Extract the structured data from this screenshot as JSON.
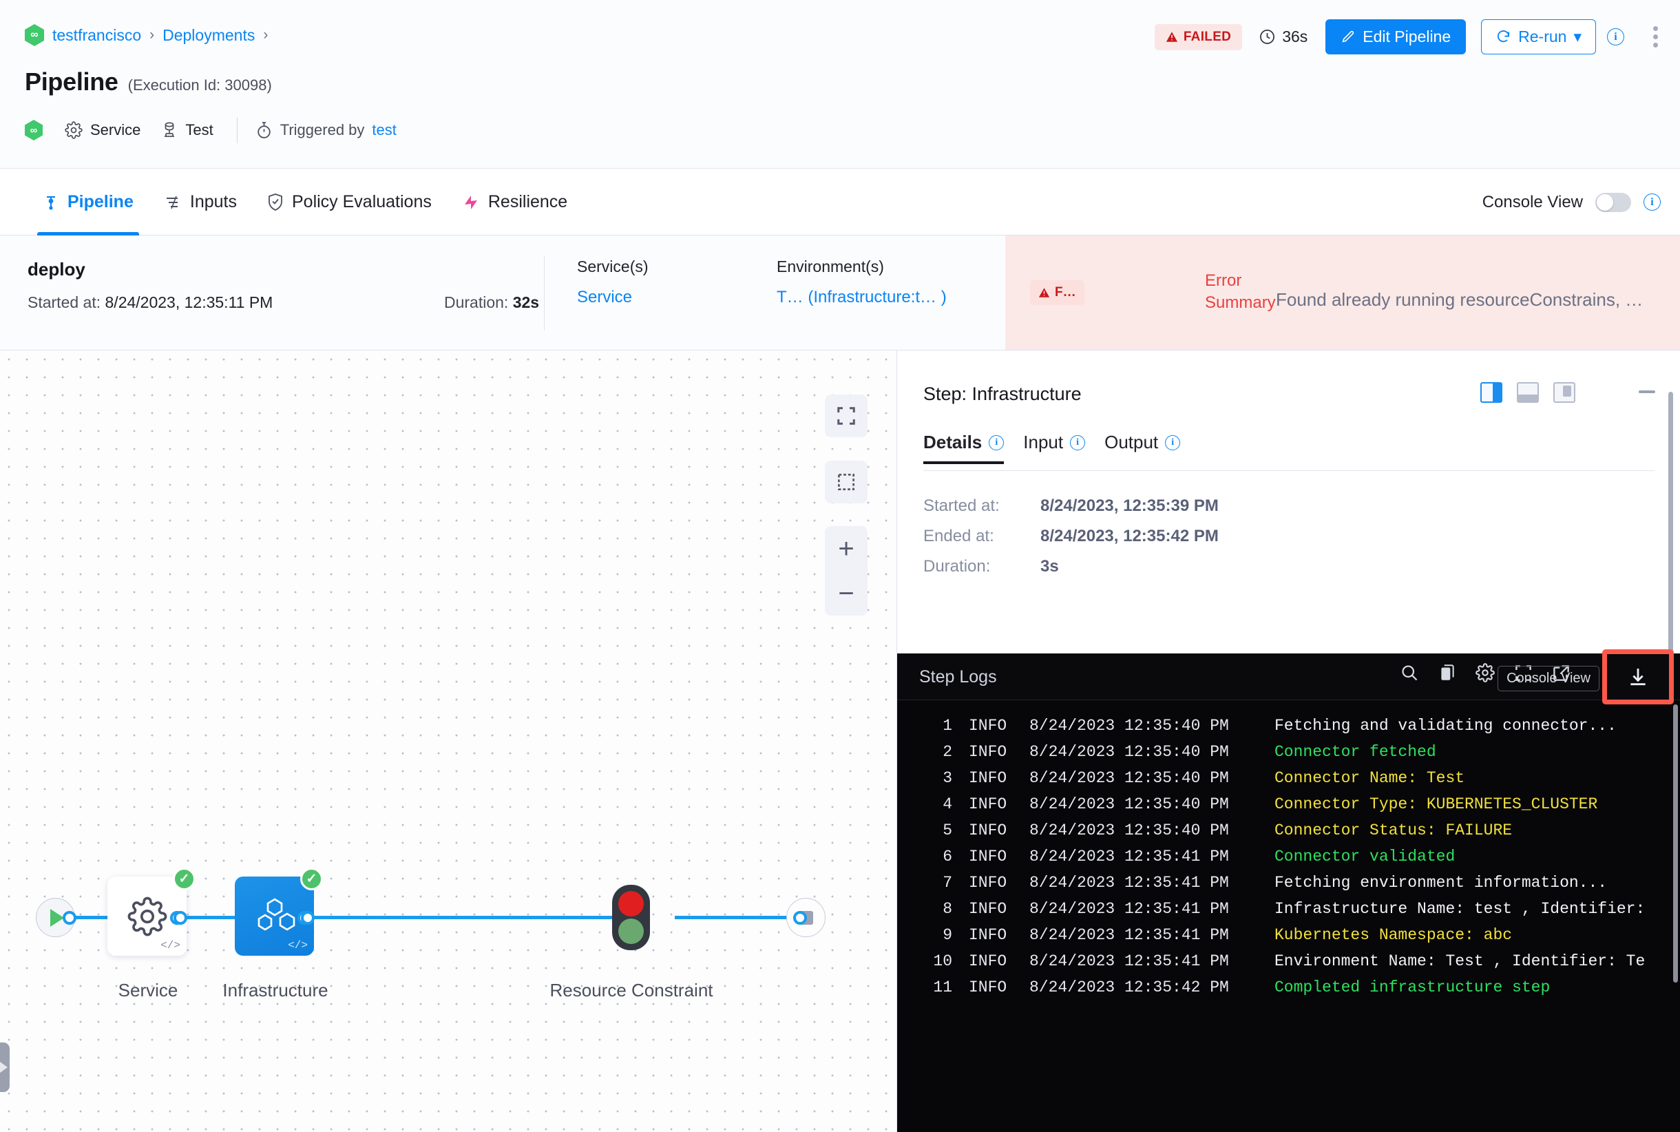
{
  "breadcrumb": {
    "project": "testfrancisco",
    "section": "Deployments",
    "separator": "›"
  },
  "title": {
    "name": "Pipeline",
    "execution": "(Execution Id: 30098)"
  },
  "meta": {
    "service": "Service",
    "env": "Test",
    "triggered_prefix": "Triggered by",
    "triggered_by": "test"
  },
  "header_actions": {
    "status": "FAILED",
    "duration": "36s",
    "edit_pipeline": "Edit Pipeline",
    "rerun": "Re-run",
    "rerun_caret": "▾"
  },
  "tabs": [
    {
      "label": "Pipeline",
      "icon": "pipeline-icon",
      "active": true
    },
    {
      "label": "Inputs",
      "icon": "inputs-icon",
      "active": false
    },
    {
      "label": "Policy Evaluations",
      "icon": "shield-check-icon",
      "active": false
    },
    {
      "label": "Resilience",
      "icon": "resilience-icon",
      "active": false
    }
  ],
  "console_view": {
    "label": "Console View",
    "enabled": false
  },
  "stage": {
    "name": "deploy",
    "started_label": "Started at:",
    "started_value": "8/24/2023, 12:35:11 PM",
    "duration_label": "Duration:",
    "duration_value": "32s",
    "services_label": "Service(s)",
    "services_value": "Service",
    "environments_label": "Environment(s)",
    "environments_value": "T… (Infrastructure:t… )"
  },
  "error": {
    "chip": "F…",
    "summary_label": "Error Summary",
    "summary_text": "Found already running resourceConstrains, …"
  },
  "graph": {
    "nodes": [
      {
        "id": "start",
        "type": "start"
      },
      {
        "id": "service",
        "label": "Service",
        "status": "success",
        "icon": "gear-icon",
        "selected": false
      },
      {
        "id": "infrastructure",
        "label": "Infrastructure",
        "status": "success",
        "icon": "infrastructure-icon",
        "selected": true
      },
      {
        "id": "resource-constraint",
        "label": "Resource Constraint",
        "icon": "traffic-light-icon"
      },
      {
        "id": "end",
        "type": "end"
      }
    ],
    "controls": {
      "fit": "fit-screen-icon",
      "select": "marquee-select-icon",
      "zoom_in": "+",
      "zoom_out": "−"
    }
  },
  "step_panel": {
    "title": "Step: Infrastructure",
    "tabs": [
      {
        "label": "Details",
        "active": true
      },
      {
        "label": "Input",
        "active": false
      },
      {
        "label": "Output",
        "active": false
      }
    ],
    "rows": [
      {
        "key": "Started at:",
        "value": "8/24/2023, 12:35:39 PM"
      },
      {
        "key": "Ended at:",
        "value": "8/24/2023, 12:35:42 PM"
      },
      {
        "key": "Duration:",
        "value": "3s"
      }
    ]
  },
  "logs": {
    "title": "Step Logs",
    "console_view_button": "Console View",
    "toolbar_icons": [
      "search-icon",
      "copy-icon",
      "gear-icon",
      "fullscreen-icon",
      "open-external-icon",
      "download-icon"
    ],
    "lines": [
      {
        "n": "1",
        "level": "INFO",
        "ts": "8/24/2023 12:35:40 PM",
        "msg": "Fetching and validating connector...",
        "color": "white"
      },
      {
        "n": "2",
        "level": "INFO",
        "ts": "8/24/2023 12:35:40 PM",
        "msg": "Connector fetched",
        "color": "green"
      },
      {
        "n": "3",
        "level": "INFO",
        "ts": "8/24/2023 12:35:40 PM",
        "msg": "Connector Name: Test",
        "color": "yellow"
      },
      {
        "n": "4",
        "level": "INFO",
        "ts": "8/24/2023 12:35:40 PM",
        "msg": "Connector Type: KUBERNETES_CLUSTER",
        "color": "yellow"
      },
      {
        "n": "5",
        "level": "INFO",
        "ts": "8/24/2023 12:35:40 PM",
        "msg": "Connector Status: FAILURE",
        "color": "yellow"
      },
      {
        "n": "6",
        "level": "INFO",
        "ts": "8/24/2023 12:35:41 PM",
        "msg": "Connector validated",
        "color": "green"
      },
      {
        "n": "7",
        "level": "INFO",
        "ts": "8/24/2023 12:35:41 PM",
        "msg": "Fetching environment information...",
        "color": "white"
      },
      {
        "n": "8",
        "level": "INFO",
        "ts": "8/24/2023 12:35:41 PM",
        "msg": "Infrastructure Name: test , Identifier:",
        "color": "white"
      },
      {
        "n": "9",
        "level": "INFO",
        "ts": "8/24/2023 12:35:41 PM",
        "msg": "Kubernetes Namespace: abc",
        "color": "yellow"
      },
      {
        "n": "10",
        "level": "INFO",
        "ts": "8/24/2023 12:35:41 PM",
        "msg": "Environment Name: Test , Identifier: Te",
        "color": "white"
      },
      {
        "n": "11",
        "level": "INFO",
        "ts": "8/24/2023 12:35:42 PM",
        "msg": "Completed infrastructure step",
        "color": "green"
      }
    ]
  },
  "colors": {
    "accent": "#0a85f5",
    "danger": "#c9191b",
    "success": "#4ec26a",
    "warning": "#f2e03c"
  }
}
